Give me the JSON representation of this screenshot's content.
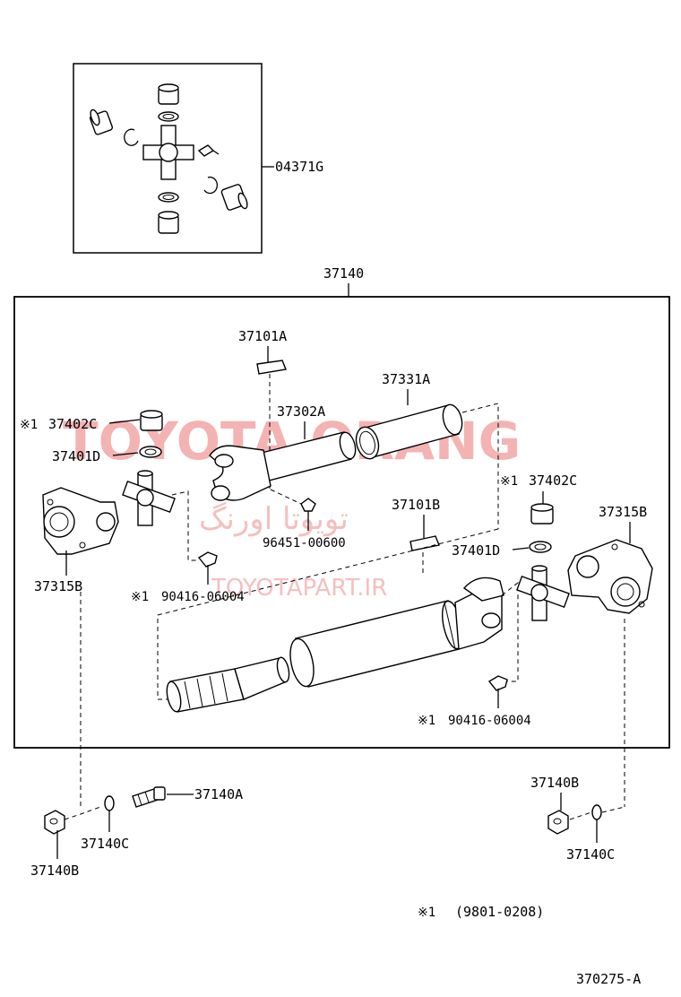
{
  "labels": {
    "kit": "04371G",
    "assembly": "37140",
    "p37101A": "37101A",
    "p37331A": "37331A",
    "p37302A": "37302A",
    "p37402C_left": "37402C",
    "p37401D_left": "37401D",
    "p37315B_left": "37315B",
    "p96451": "96451-00600",
    "p90416_left": "90416-06004",
    "p37101B": "37101B",
    "p37402C_right": "37402C",
    "p37401D_right": "37401D",
    "p37315B_right": "37315B",
    "p90416_right": "90416-06004",
    "p37140A": "37140A",
    "p37140C_left": "37140C",
    "p37140B_left": "37140B",
    "p37140B_right": "37140B",
    "p37140C_right": "37140C",
    "diagram_id": "370275-A"
  },
  "marks": {
    "m37402C_left": "※1",
    "m90416_left": "※1",
    "m37402C_right": "※1",
    "m90416_right": "※1"
  },
  "note": {
    "mark": "※1",
    "text": "(9801-0208)"
  },
  "watermark": {
    "brand": "TOYOTA ORANG",
    "persian": "تویوتا اورنگ",
    "site": "TOYOTAPART.IR"
  }
}
